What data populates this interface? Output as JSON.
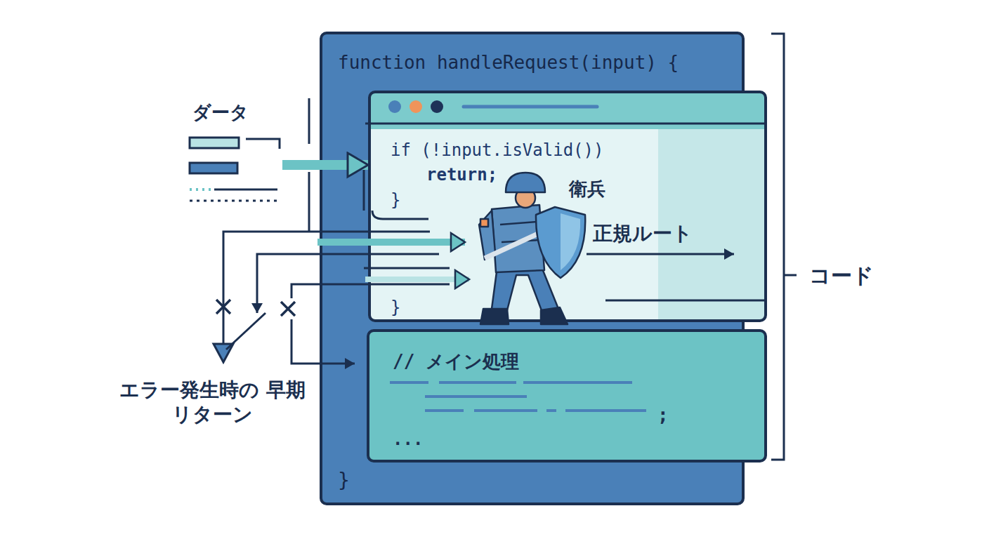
{
  "diagram": {
    "nodes": [
      {
        "text": [
          "function handleRequest(input) {",
          "}"
        ]
      },
      {
        "text": [
          "if (!input.isValid())",
          "return;",
          "}",
          "衛兵",
          "正規ルート",
          "}"
        ],
        "in": 0
      },
      {
        "text": [
          "// メイン処理",
          ";",
          "..."
        ],
        "in": 0
      },
      {
        "text": [
          "ダータ"
        ]
      }
    ],
    "edges": [
      {
        "from": 3,
        "to": 1,
        "arrow": "to"
      }
    ],
    "labels": [
      "コード",
      "エラー発生時の 早期リターン"
    ]
  }
}
